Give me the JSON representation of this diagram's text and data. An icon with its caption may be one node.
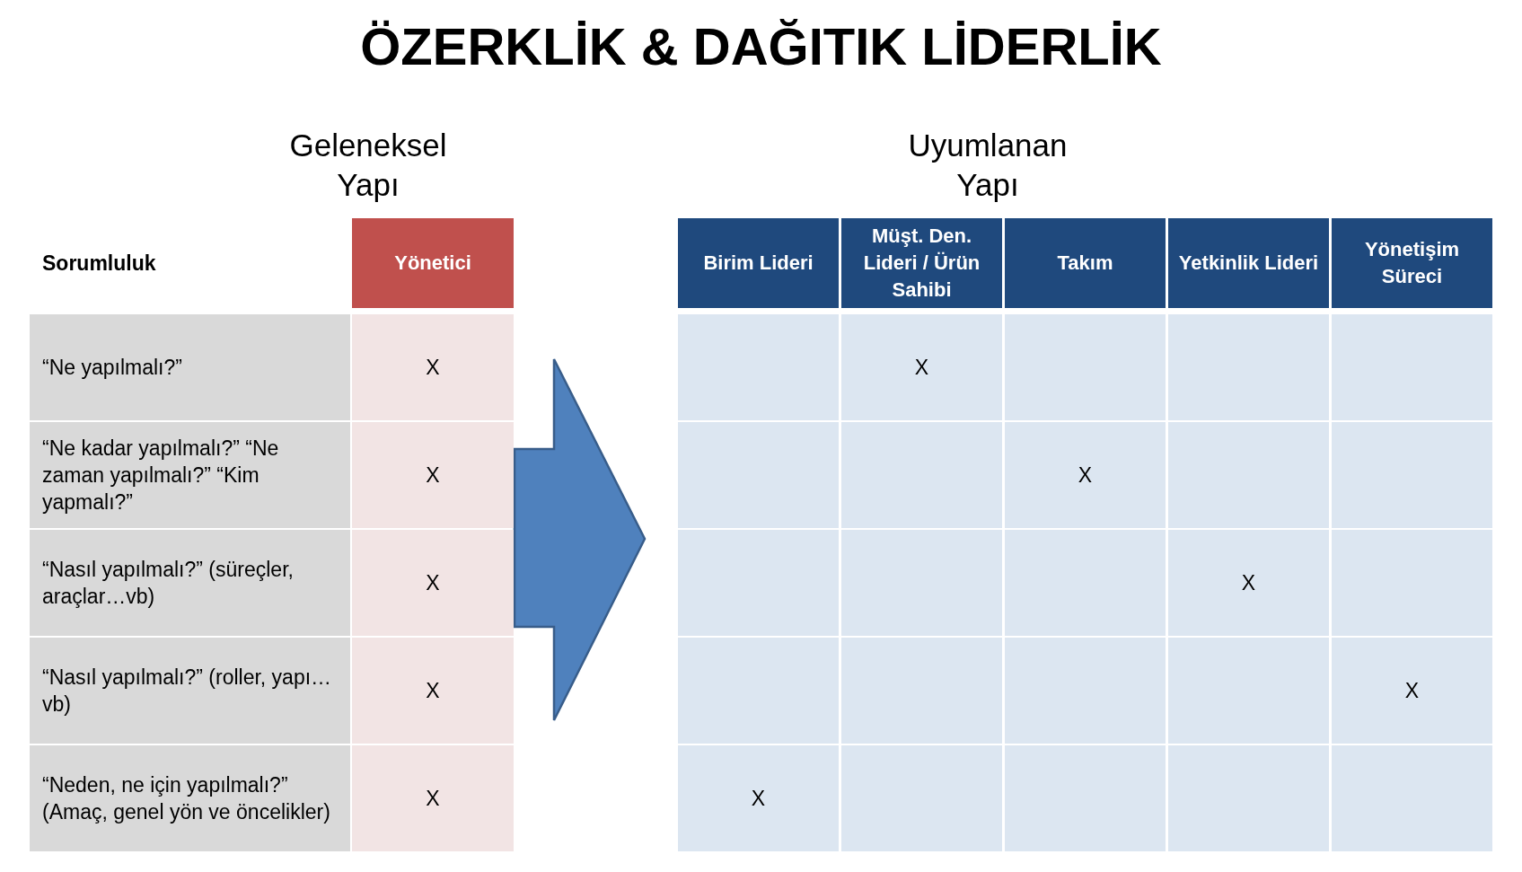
{
  "diagram": {
    "title": "ÖZERKLİK & DAĞITIK LİDERLİK",
    "nodes": [
      {
        "text": [
          "Geleneksel Yapı"
        ]
      },
      {
        "text": [
          "Uyumlanan Yapı"
        ]
      }
    ],
    "edges": [
      {
        "from": 0,
        "to": 1,
        "arrow": "to"
      }
    ],
    "labels": [
      "Sorumluluk",
      "Yönetici",
      "“Ne yapılmalı?”",
      "X",
      "“Ne kadar yapılmalı?” “Ne zaman yapılmalı?” “Kim yapmalı?”",
      "X",
      "“Nasıl yapılmalı?” (süreçler, araçlar…vb)",
      "X",
      "“Nasıl yapılmalı?” (roller, yapı…vb)",
      "X",
      "“Neden, ne için yapılmalı?” (Amaç, genel yön ve öncelikler)",
      "X",
      "Birim Lideri",
      "Müşt. Den. Lideri / Ürün Sahibi",
      "Takım",
      "Yetkinlik Lideri",
      "Yönetişim Süreci",
      "X",
      "X",
      "X",
      "X",
      "X"
    ]
  }
}
